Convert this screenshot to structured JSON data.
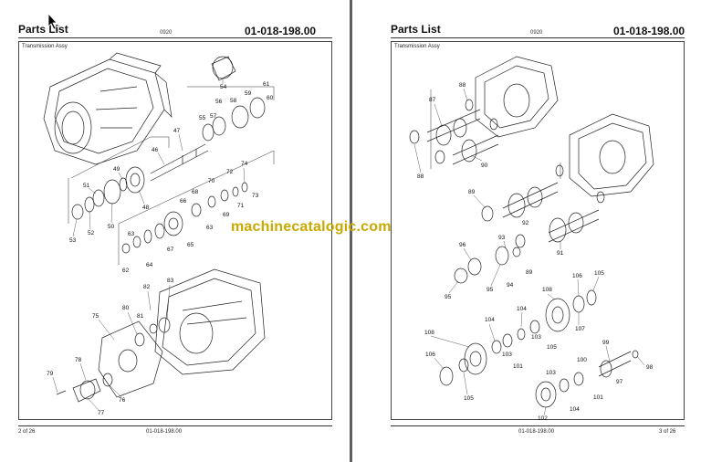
{
  "left_page": {
    "title": "Parts List",
    "revision": "0920",
    "doc_code": "01-018-198.00",
    "section": "Transmission Assy",
    "footer_page": "2 of 26",
    "footer_code": "01-018-198.00",
    "callouts": [
      "54",
      "61",
      "59",
      "60",
      "58",
      "56",
      "55",
      "57",
      "47",
      "46",
      "49",
      "48",
      "51",
      "50",
      "52",
      "53",
      "74",
      "72",
      "73",
      "70",
      "71",
      "68",
      "69",
      "66",
      "67",
      "65",
      "63",
      "64",
      "62",
      "82",
      "83",
      "80",
      "81",
      "75",
      "79",
      "78",
      "76",
      "77"
    ]
  },
  "right_page": {
    "title": "Parts List",
    "revision": "0920",
    "doc_code": "01-018-198.00",
    "section": "Transmission Assy",
    "footer_code": "01-018-198.00",
    "footer_page": "3 of 26",
    "callouts": [
      "88",
      "87",
      "88",
      "90",
      "89",
      "92",
      "91",
      "93",
      "96",
      "89",
      "95",
      "95",
      "94",
      "106",
      "105",
      "107",
      "108",
      "104",
      "103",
      "105",
      "101",
      "104",
      "103",
      "108",
      "106",
      "105",
      "100",
      "99",
      "98",
      "97",
      "101",
      "104",
      "103",
      "102"
    ]
  },
  "watermark": "machinecatalogic.com"
}
